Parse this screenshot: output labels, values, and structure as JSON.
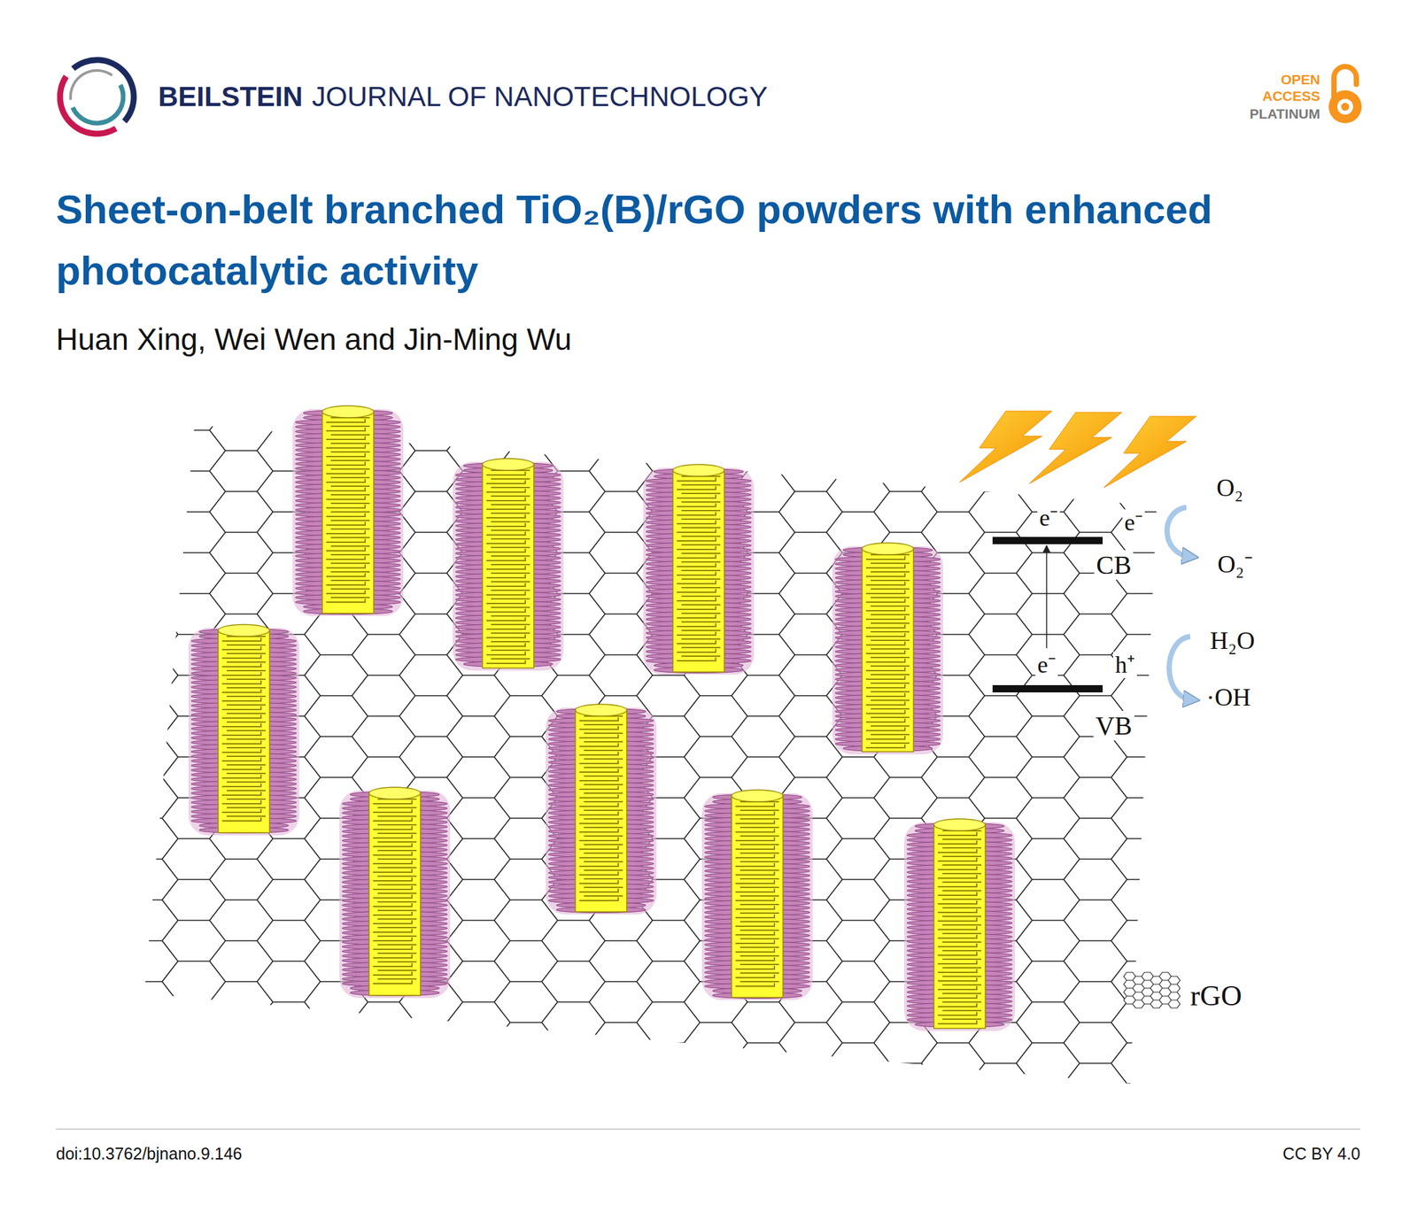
{
  "diagram": {
    "title": "Sheet-on-belt branched TiO₂(B)/rGO powders with enhanced photocatalytic activity",
    "labels": [
      "BEILSTEIN",
      "JOURNAL OF NANOTECHNOLOGY",
      "OPEN",
      "ACCESS",
      "PLATINUM",
      "Huan Xing, Wei Wen and Jin-Ming Wu",
      "e⁻",
      "e⁻",
      "CB",
      "e⁻",
      "h⁺",
      "VB",
      "O₂",
      "O₂⁻",
      "H₂O",
      "·OH",
      "doi:10.3762/bjnano.9.146",
      "CC BY 4.0"
    ],
    "legend": [
      {
        "text": "rGO"
      }
    ]
  }
}
